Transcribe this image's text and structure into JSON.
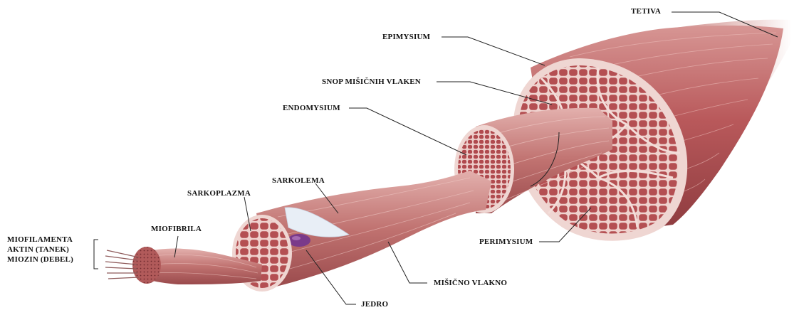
{
  "labels": {
    "tetiva": "TETIVA",
    "epimysium": "EPIMYSIUM",
    "snop": "SNOP MIŠIČNIH VLAKEN",
    "endomysium": "ENDOMYSIUM",
    "sarkolema": "SARKOLEMA",
    "sarkoplazma": "SARKOPLAZMA",
    "miofibrila": "MIOFIBRILA",
    "miofilamenta": "MIOFILAMENTA",
    "aktin": "AKTIN (TANEK)",
    "miozin": "MIOZIN (DEBEL)",
    "perimysium": "PERIMYSIUM",
    "misicno_vlakno": "MIŠIČNO VLAKNO",
    "jedro": "JEDRO"
  },
  "colors": {
    "muscle": "#b5585a",
    "muscle_dark": "#8e3a3e",
    "muscle_light": "#d99a98",
    "fascia": "#efd6d2",
    "tendon": "#f4eeee",
    "nucleus": "#7a3a8a",
    "leader_line": "#222222"
  }
}
